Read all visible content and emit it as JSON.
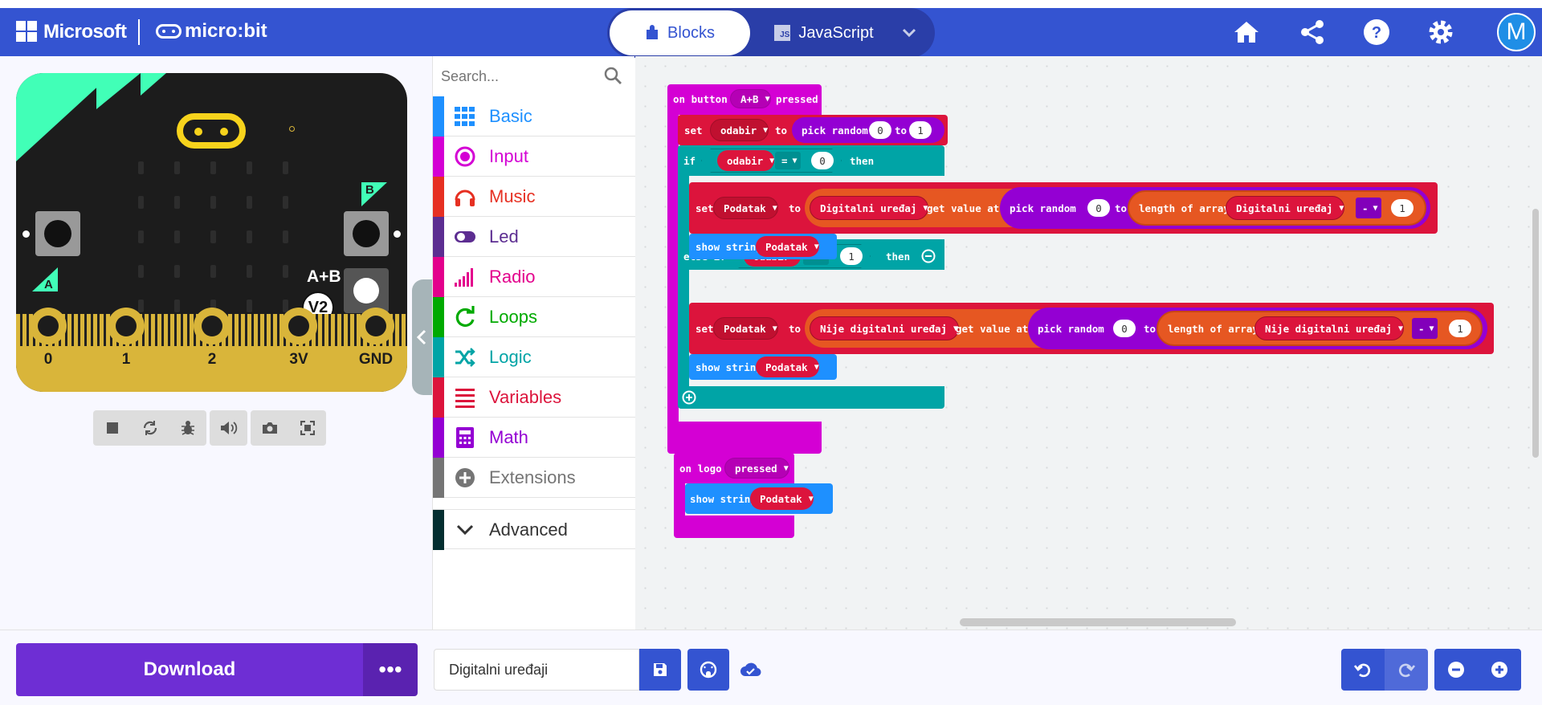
{
  "header": {
    "brand": "Microsoft",
    "product": "micro:bit",
    "tabs": [
      {
        "label": "Blocks",
        "active": true
      },
      {
        "label": "JavaScript",
        "active": false
      }
    ],
    "js_icon_text": "JS",
    "avatar_initial": "M",
    "colors": {
      "bar": "#3454d1",
      "toggle": "#2a3ea8"
    },
    "icons": [
      "home-icon",
      "share-icon",
      "help-icon",
      "settings-icon",
      "chevron-down-icon"
    ]
  },
  "simulator": {
    "pins": [
      "0",
      "1",
      "2",
      "3V",
      "GND"
    ],
    "button_a": "A",
    "button_b": "B",
    "button_ab": "A+B",
    "version_badge": "V2",
    "toolbar_icons": [
      "stop-icon",
      "restart-icon",
      "debug-icon",
      "sound-icon",
      "screenshot-icon",
      "fullscreen-icon"
    ]
  },
  "toolbox": {
    "search_placeholder": "Search...",
    "categories": [
      {
        "label": "Basic",
        "color": "#1e90ff",
        "icon": "grid-icon"
      },
      {
        "label": "Input",
        "color": "#d400d4",
        "icon": "input-icon"
      },
      {
        "label": "Music",
        "color": "#e63022",
        "icon": "headphones-icon"
      },
      {
        "label": "Led",
        "color": "#5c2d91",
        "icon": "toggle-icon"
      },
      {
        "label": "Radio",
        "color": "#e3008c",
        "icon": "signal-icon"
      },
      {
        "label": "Loops",
        "color": "#00aa00",
        "icon": "loop-icon"
      },
      {
        "label": "Logic",
        "color": "#00a4a6",
        "icon": "shuffle-icon"
      },
      {
        "label": "Variables",
        "color": "#dc143c",
        "icon": "list-icon"
      },
      {
        "label": "Math",
        "color": "#9400d3",
        "icon": "calculator-icon"
      },
      {
        "label": "Extensions",
        "color": "#757575",
        "icon": "plus-circle-icon"
      }
    ],
    "advanced": {
      "label": "Advanced",
      "color": "#042e30",
      "icon": "chevron-down-icon"
    }
  },
  "workspace": {
    "event1": {
      "kw_on_button": "on button",
      "button_value": "A+B",
      "kw_pressed": "pressed",
      "set1": {
        "kw_set": "set",
        "var": "odabir",
        "kw_to": "to",
        "kw_pick_random": "pick random",
        "from": "0",
        "kw_to2": "to",
        "to_val": "1"
      },
      "if": {
        "kw_if": "if",
        "var": "odabir",
        "op": "=",
        "value": "0",
        "kw_then": "then"
      },
      "set2": {
        "kw_set": "set",
        "var": "Podatak",
        "kw_to": "to",
        "array": "Digitalni uređaj",
        "kw_get": "get value at",
        "kw_pick_random": "pick random",
        "from": "0",
        "kw_to2": "to",
        "kw_length": "length of array",
        "array2": "Digitalni uređaj",
        "op": "-",
        "sub": "1"
      },
      "show1": {
        "kw_show": "show string",
        "var": "Podatak"
      },
      "elseif": {
        "kw_elseif": "else if",
        "var": "odabir",
        "op": "=",
        "value": "1",
        "kw_then": "then"
      },
      "set3": {
        "kw_set": "set",
        "var": "Podatak",
        "kw_to": "to",
        "array": "Nije digitalni uređaj",
        "kw_get": "get value at",
        "kw_pick_random": "pick random",
        "from": "0",
        "kw_to2": "to",
        "kw_length": "length of array",
        "array2": "Nije digitalni uređaj",
        "op": "-",
        "sub": "1"
      },
      "show2": {
        "kw_show": "show string",
        "var": "Podatak"
      }
    },
    "event2": {
      "kw_on_logo": "on logo",
      "logo_value": "pressed",
      "show": {
        "kw_show": "show string",
        "var": "Podatak"
      }
    },
    "block_colors": {
      "input": "#d400d4",
      "variables": "#dc143c",
      "math": "#9400d3",
      "logic": "#00a4a6",
      "array": "#e65722",
      "basic": "#1e90ff"
    }
  },
  "footer": {
    "download_label": "Download",
    "more_label": "•••",
    "project_name": "Digitalni uređaji",
    "icons": [
      "save-icon",
      "github-icon",
      "cloud-icon",
      "undo-icon",
      "redo-icon",
      "zoom-out-icon",
      "zoom-in-icon"
    ]
  }
}
